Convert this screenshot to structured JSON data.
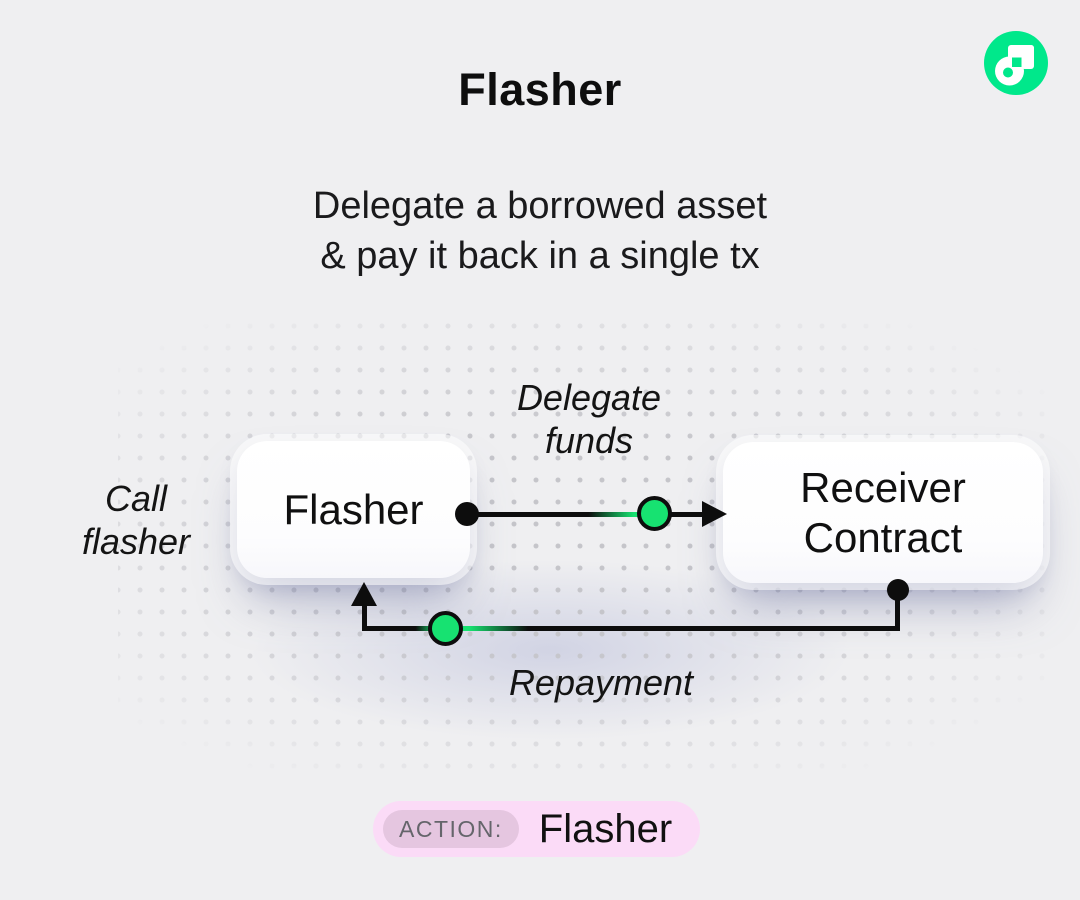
{
  "header": {
    "title": "Flasher",
    "subtitle_line1": "Delegate a borrowed asset",
    "subtitle_line2": "& pay it back in a single tx"
  },
  "logo": {
    "name": "Flow logo",
    "bg_color": "#00E88B",
    "glyph_color": "#FFFFFF"
  },
  "diagram": {
    "call_label_line1": "Call",
    "call_label_line2": "flasher",
    "flasher_box": "Flasher",
    "receiver_box_line1": "Receiver",
    "receiver_box_line2": "Contract",
    "delegate_label_line1": "Delegate",
    "delegate_label_line2": "funds",
    "repayment_label": "Repayment",
    "colors": {
      "line": "#0D0D0D",
      "node_green": "#17E271",
      "box_bg": "#FFFFFF",
      "dot_grid": "#C5C5CA",
      "background": "#EFEFF1"
    }
  },
  "action_badge": {
    "label": "ACTION:",
    "value": "Flasher",
    "colors": {
      "pill_bg": "#FBDBF7",
      "label_pill_bg": "#E5C6E0",
      "label_text": "#65656B",
      "value_text": "#111111"
    }
  }
}
